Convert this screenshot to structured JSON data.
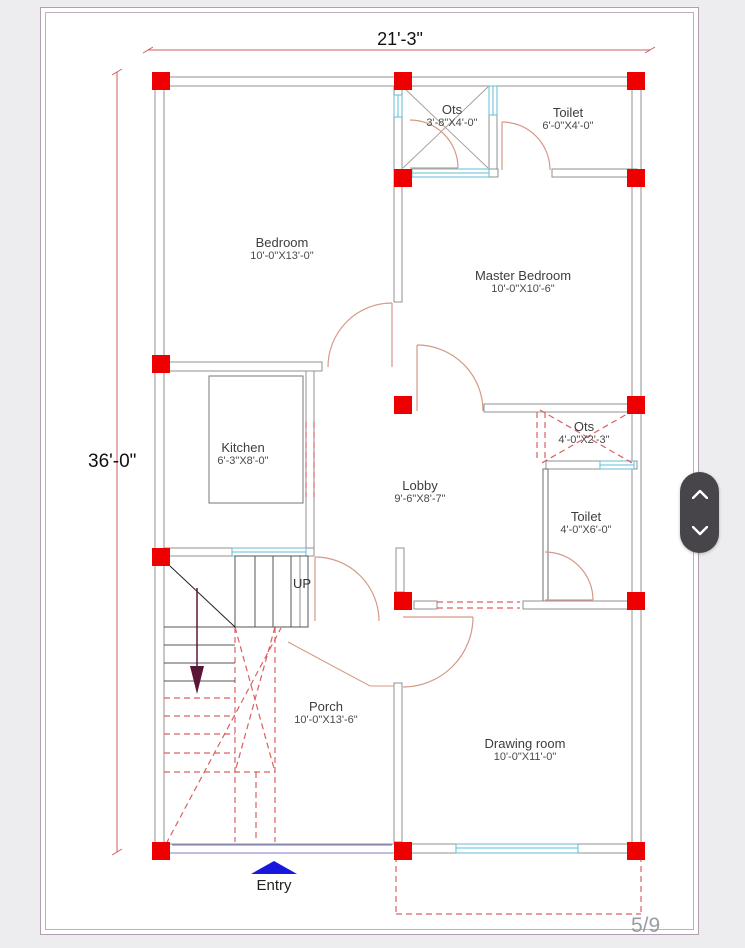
{
  "page": {
    "indicator": "5/9"
  },
  "dimensions": {
    "width_label": "21'-3\"",
    "height_label": "36'-0\""
  },
  "rooms": [
    {
      "id": "bedroom",
      "name": "Bedroom",
      "size": "10'-0\"X13'-0\""
    },
    {
      "id": "master-bedroom",
      "name": "Master Bedroom",
      "size": "10'-0\"X10'-6\""
    },
    {
      "id": "ots-top",
      "name": "Ots",
      "size": "3'-8\"X4'-0\""
    },
    {
      "id": "toilet-top",
      "name": "Toilet",
      "size": "6'-0\"X4'-0\""
    },
    {
      "id": "kitchen",
      "name": "Kitchen",
      "size": "6'-3\"X8'-0\""
    },
    {
      "id": "lobby",
      "name": "Lobby",
      "size": "9'-6\"X8'-7\""
    },
    {
      "id": "ots-small",
      "name": "Ots",
      "size": "4'-0\"X2'-3\""
    },
    {
      "id": "toilet",
      "name": "Toilet",
      "size": "4'-0\"X6'-0\""
    },
    {
      "id": "porch",
      "name": "Porch",
      "size": "10'-0\"X13'-6\""
    },
    {
      "id": "drawing-room",
      "name": "Drawing room",
      "size": "10'-0\"X11'-0\""
    }
  ],
  "annotations": {
    "up": "UP",
    "entry": "Entry"
  },
  "scroll": {
    "up_icon": "chevron-up",
    "down_icon": "chevron-down"
  },
  "colors": {
    "column_red": "#ee0000",
    "wall_gray": "#909090",
    "door_tan": "#d49a85",
    "window_cyan": "#62bcd4",
    "dashed_red": "#d96161",
    "dimension_red": "#cd5c5c",
    "entry_blue": "#1717dd",
    "stair_arrow_maroon": "#5a1638",
    "page_indicator_gray": "#9b9ba3",
    "scroll_button_bg": "#474549"
  }
}
